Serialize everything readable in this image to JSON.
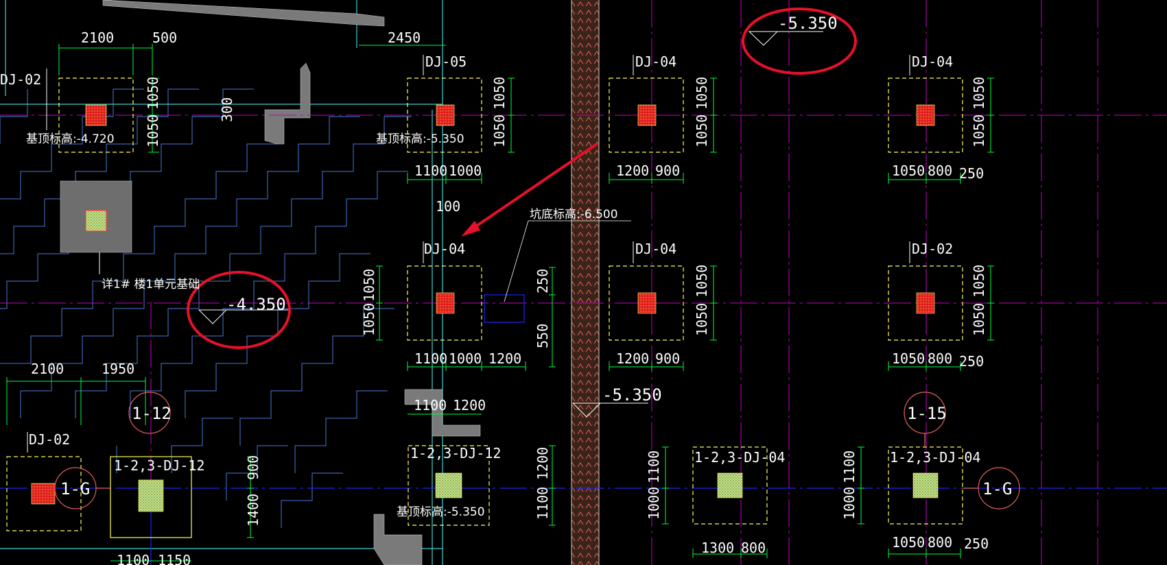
{
  "drawing": {
    "labels": {
      "dj02_tl": "DJ-02",
      "dj05": "DJ-05",
      "dj04_a": "DJ-04",
      "dj04_b": "DJ-04",
      "dj04_c": "DJ-04",
      "dj04_d": "DJ-04",
      "dj02_r": "DJ-02",
      "dj02_bl": "DJ-02",
      "dj12_a": "1-2,3-DJ-12",
      "dj12_b": "1-2,3-DJ-12",
      "dj04_e": "1-2,3-DJ-04",
      "dj04_f": "1-2,3-DJ-04"
    },
    "notes": {
      "top_elev_1": "基顶标高:-4.720",
      "top_elev_2": "基顶标高:-5.350",
      "top_elev_3": "基顶标高:-5.350",
      "pit_bottom": "坑底标高:-6.500",
      "detail_ref": "详1# 楼1单元基础"
    },
    "elevations": {
      "circled_top": "-5.350",
      "circled_left": "-4.350",
      "mid": "-5.350"
    },
    "grid_bubbles": {
      "b1": "1-12",
      "b2": "1-15",
      "b3": "1-G",
      "b4": "1-G"
    },
    "dims": {
      "d2100a": "2100",
      "d500": "500",
      "d2450": "2450",
      "d1050a": "1050",
      "d1050b": "1050",
      "d300": "300",
      "d1050c": "1050",
      "d1050d": "1050",
      "d1100a": "1100",
      "d1000a": "1000",
      "d1200a": "1200",
      "d900a": "900",
      "d1050e": "1050",
      "d1050f": "1050",
      "d1050g": "1050",
      "d800a": "800",
      "d250a": "250",
      "d1050h": "1050",
      "d1050i": "1050",
      "d100": "100",
      "d1050j": "1050",
      "d1050k": "1050",
      "d250b": "250",
      "d550": "550",
      "d1100b": "1100",
      "d1000b": "1000",
      "d1200b": "1200",
      "d1050l": "1050",
      "d1050m": "1050",
      "d1200c": "1200",
      "d900b": "900",
      "d1050n": "1050",
      "d1050o": "1050",
      "d1050p": "1050",
      "d800b": "800",
      "d250c": "250",
      "d2100b": "2100",
      "d1950": "1950",
      "d1100c": "1100",
      "d1200d": "1200",
      "d900c": "900",
      "d1400": "1400",
      "d1200e": "1200",
      "d1100d": "1100",
      "d1100e": "1100",
      "d1000c": "1000",
      "d1100f": "1100",
      "d1000d": "1000",
      "d1300": "1300",
      "d800c": "800",
      "d1050q": "1050",
      "d800d": "800",
      "d250d": "250",
      "d1100g": "1100",
      "d1150": "1150"
    }
  },
  "colors": {
    "background": "#000000",
    "magenta_axis": "#c800c8",
    "cyan_line": "#3fd0d0",
    "green_dim": "#00ff3c",
    "yellow_footing": "#ffff5a",
    "column_red": "#e02020",
    "annotation_red": "#e8102a",
    "blue_axis": "#2020ff",
    "wall_brown": "#5a3020"
  }
}
